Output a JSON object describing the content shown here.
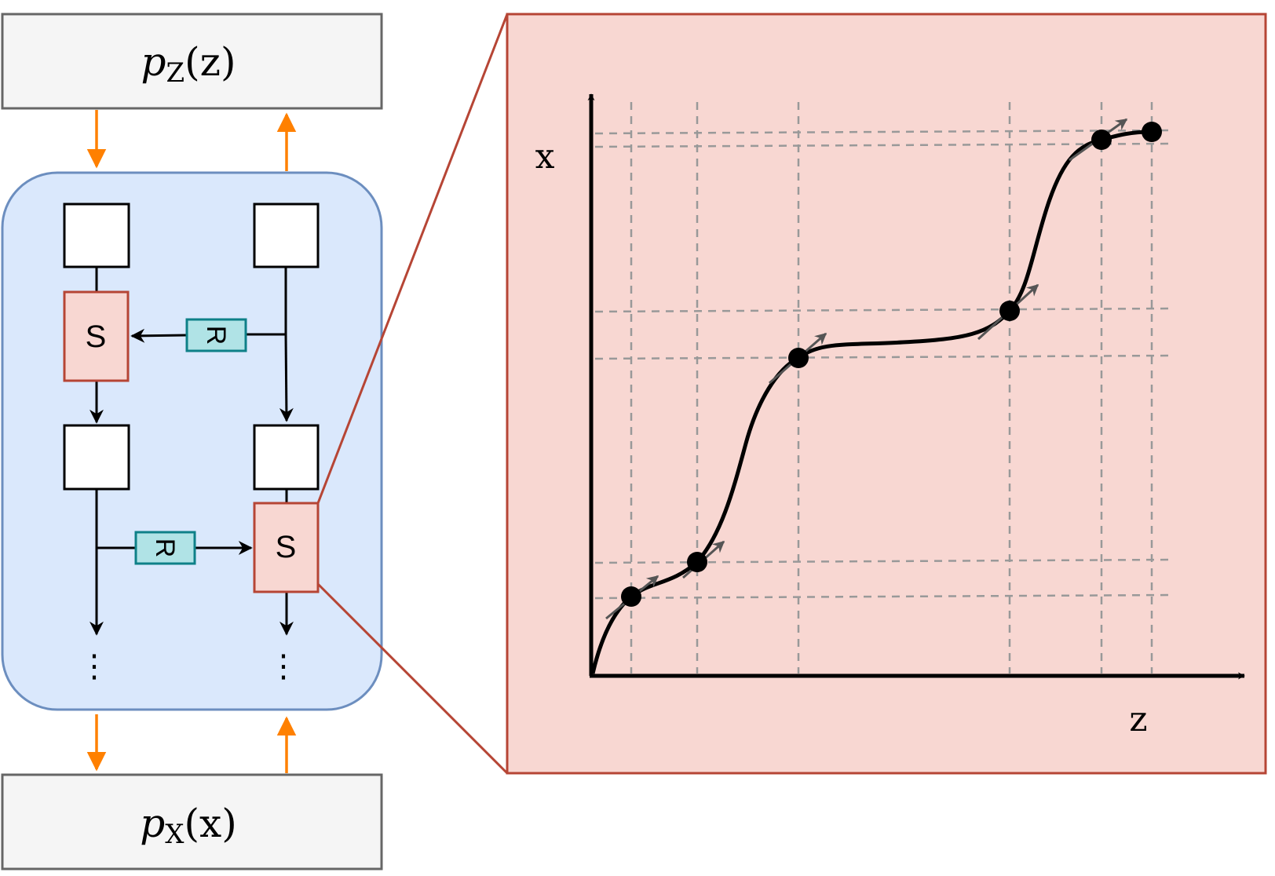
{
  "top_box": {
    "p": "p",
    "sub": "Z",
    "arg": "(z)"
  },
  "bottom_box": {
    "p": "p",
    "sub": "X",
    "arg": "(x)"
  },
  "flow_block": {
    "s_label_top": "S",
    "s_label_bottom": "S",
    "r_label_top": "R",
    "r_label_bottom": "R",
    "ellipsis_left": "⋮",
    "ellipsis_right": "⋮"
  },
  "zoom_plot": {
    "ylabel": "x",
    "xlabel": "z"
  },
  "colors": {
    "block_fill": "#dae8fc",
    "block_stroke": "#6c8ebf",
    "s_fill": "#f8d7d2",
    "s_stroke": "#b64535",
    "r_fill": "#b0e3e6",
    "r_stroke": "#0e8088",
    "io_fill": "#f5f5f5",
    "io_stroke": "#666666",
    "orange": "#ff8000",
    "grid": "#999999"
  }
}
